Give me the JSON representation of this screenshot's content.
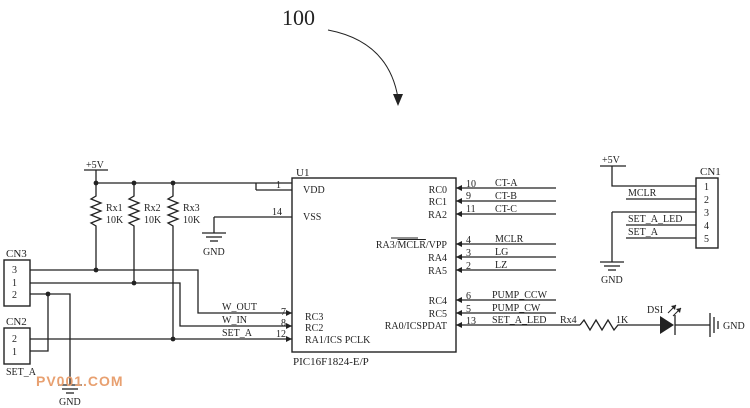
{
  "figure_number": "100",
  "watermark": "PV001.COM",
  "power": {
    "vcc_left": "+5V",
    "vcc_right": "+5V",
    "gnd": "GND"
  },
  "resistors": [
    {
      "ref": "Rx1",
      "value": "10K"
    },
    {
      "ref": "Rx2",
      "value": "10K"
    },
    {
      "ref": "Rx3",
      "value": "10K"
    }
  ],
  "u1": {
    "ref": "U1",
    "part": "PIC16F1824-E/P",
    "left_pins": [
      {
        "num": "1",
        "name": "VDD"
      },
      {
        "num": "14",
        "name": "VSS"
      },
      {
        "num": "7",
        "name": "RC3",
        "net": "W_OUT"
      },
      {
        "num": "8",
        "name": "RC2",
        "net": "W_IN"
      },
      {
        "num": "12",
        "name": "RA1/ICS PCLK",
        "net": "SET_A"
      }
    ],
    "right_pins": [
      {
        "num": "10",
        "name": "RC0",
        "net": "CT-A"
      },
      {
        "num": "9",
        "name": "RC1",
        "net": "CT-B"
      },
      {
        "num": "11",
        "name": "RA2",
        "net": "CT-C"
      },
      {
        "num": "4",
        "name_pre": "RA3/",
        "name_bar": "MCLR",
        "name_post": "/VPP",
        "net": "MCLR"
      },
      {
        "num": "3",
        "name": "RA4",
        "net": "LG"
      },
      {
        "num": "2",
        "name": "RA5",
        "net": "LZ"
      },
      {
        "num": "6",
        "name": "RC4",
        "net": "PUMP_CCW"
      },
      {
        "num": "5",
        "name": "RC5",
        "net": "PUMP_CW"
      },
      {
        "num": "13",
        "name": "RA0/ICSPDAT",
        "net": "SET_A_LED"
      }
    ]
  },
  "cn3": {
    "ref": "CN3",
    "pins": [
      "3",
      "1",
      "2"
    ]
  },
  "cn2": {
    "ref": "CN2",
    "pins": [
      "2",
      "1"
    ],
    "label": "SET_A"
  },
  "cn1": {
    "ref": "CN1",
    "pins": [
      "1",
      "2",
      "3",
      "4",
      "5"
    ],
    "nets": [
      "MCLR",
      "SET_A_LED",
      "SET_A"
    ]
  },
  "led_branch": {
    "resistor_ref": "Rx4",
    "resistor_value": "1K",
    "led_ref": "DSI",
    "gnd": "GND"
  }
}
